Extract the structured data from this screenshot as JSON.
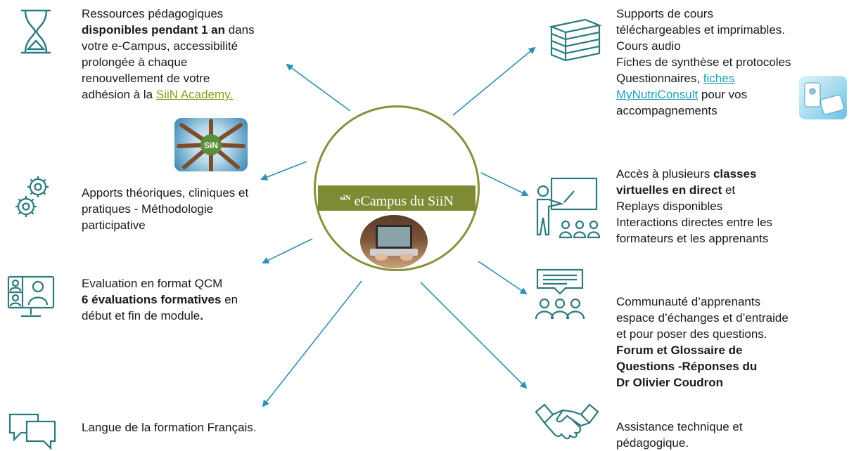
{
  "colors": {
    "accent": "#2f8fb5",
    "icon": "#2b7a7e",
    "olive": "#7f8a35",
    "link": "#1f9fb5",
    "olive_link": "#8a9a1f"
  },
  "center": {
    "banner_prefix": "siN",
    "banner_text": "eCampus du SiiN"
  },
  "academy_logo": {
    "text": "SiN"
  },
  "blocks": {
    "resources": {
      "l1": "Ressources pédagogiques",
      "l2_bold": "disponibles pendant 1 an",
      "l2_rest": " dans",
      "l3": "votre e-Campus, accessibilité",
      "l4": "prolongée à chaque",
      "l5": "renouvellement de votre",
      "l6_pre": "adhésion à la ",
      "l6_link": "SiiN Academy."
    },
    "apports": {
      "l1": "Apports théoriques, cliniques et",
      "l2": "pratiques - Méthodologie",
      "l3": "participative"
    },
    "evaluation": {
      "l1": "Evaluation en format QCM",
      "l2_bold": "6 évaluations formatives",
      "l2_rest": " en",
      "l3": "début et fin de module",
      "l3_bold": "."
    },
    "langue": {
      "l1": "Langue de la formation Français."
    },
    "supports": {
      "l1": "Supports de cours",
      "l2": "téléchargeables et imprimables.",
      "l3": "Cours audio",
      "l4": "Fiches de synthèse et protocoles",
      "l5_pre": "Questionnaires, ",
      "l5_link": "fiches",
      "l6_link": "MyNutriConsult",
      "l6_rest": " pour vos",
      "l7": "accompagnements"
    },
    "classes": {
      "l1_pre": "Accès à plusieurs ",
      "l1_bold": "classes",
      "l2_bold": "virtuelles en direct",
      "l2_rest": " et",
      "l3": "Replays disponibles",
      "l4": "Interactions directes entre les",
      "l5": "formateurs et les apprenants"
    },
    "communaute": {
      "l1": "Communauté d’apprenants",
      "l2": "espace d’échanges et d’entraide",
      "l3": "et pour poser des questions.",
      "l4_bold": "Forum et Glossaire de",
      "l5_bold": "Questions -Réponses du",
      "l6_bold": "Dr Olivier Coudron"
    },
    "assistance": {
      "l1": "Assistance technique et",
      "l2": "pédagogique."
    }
  },
  "icons": [
    "hourglass-icon",
    "gears-icon",
    "video-call-icon",
    "chat-bubbles-icon",
    "books-icon",
    "teacher-class-icon",
    "community-icon",
    "handshake-icon"
  ]
}
